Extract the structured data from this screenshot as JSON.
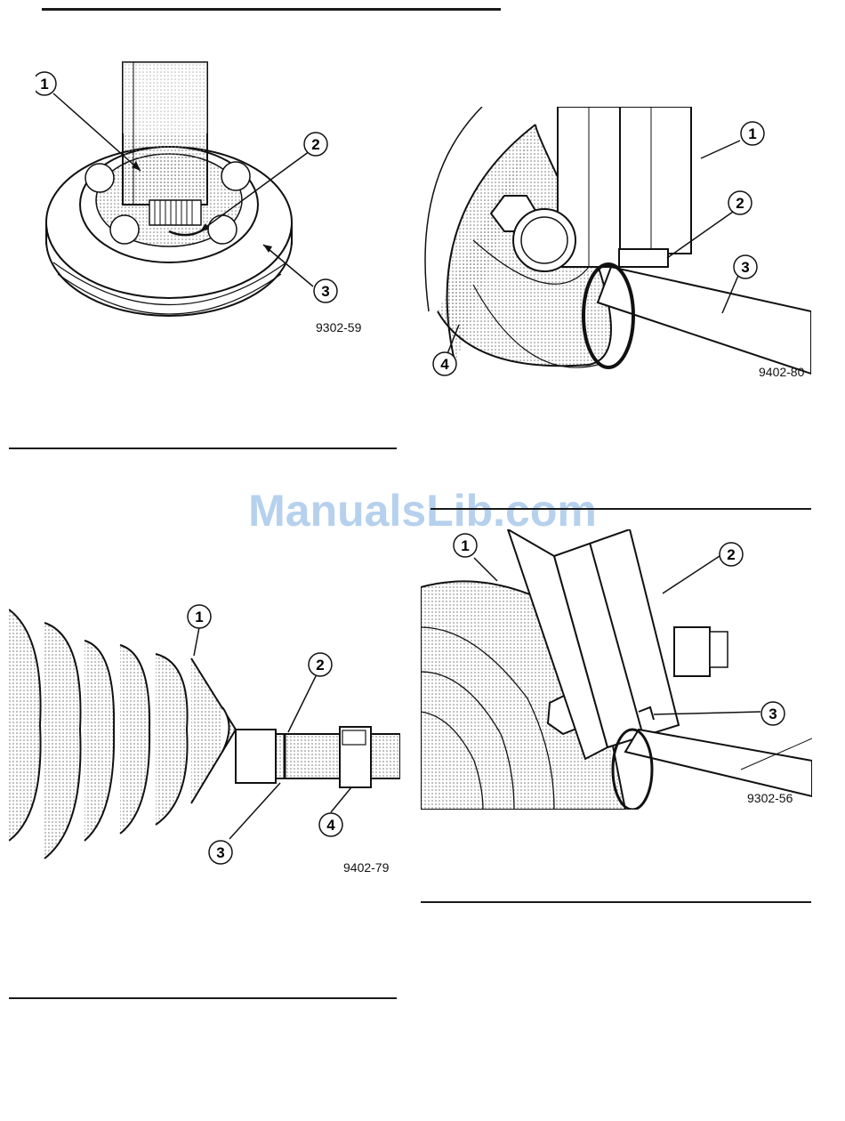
{
  "watermark": "ManualsLib.com",
  "figures": [
    {
      "id": "fig-9302-59",
      "number": "9302-59",
      "callouts": [
        "1",
        "2",
        "3"
      ]
    },
    {
      "id": "fig-9402-80",
      "number": "9402-80",
      "callouts": [
        "1",
        "2",
        "3",
        "4"
      ]
    },
    {
      "id": "fig-9402-79",
      "number": "9402-79",
      "callouts": [
        "1",
        "2",
        "3",
        "4"
      ]
    },
    {
      "id": "fig-9302-56",
      "number": "9302-56",
      "callouts": [
        "1",
        "2",
        "3"
      ]
    }
  ],
  "colors": {
    "ink": "#1a1a1a",
    "stipple": "#9a9a9a",
    "watermark": "#a9c9ea"
  }
}
